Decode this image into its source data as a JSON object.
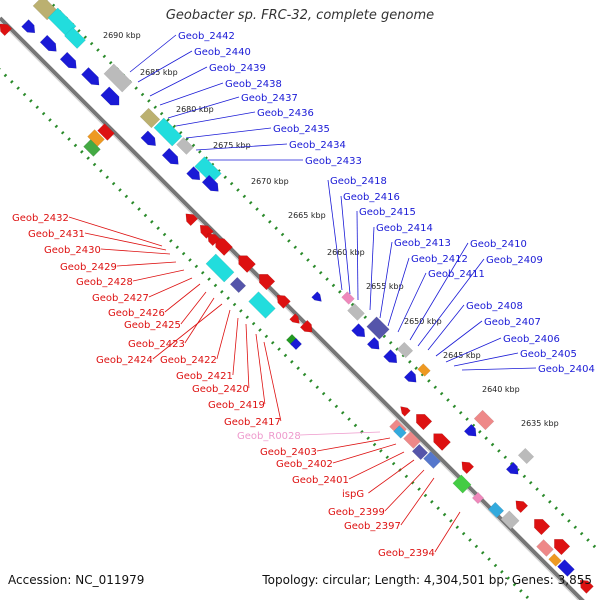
{
  "title": "Geobacter sp. FRC-32, complete genome",
  "footer": {
    "accession": "Accession: NC_011979",
    "summary": "Topology: circular; Length: 4,304,501 bp; Genes: 3,855"
  },
  "kbp_ticks": [
    "2690 kbp",
    "2685 kbp",
    "2680 kbp",
    "2675 kbp",
    "2670 kbp",
    "2665 kbp",
    "2660 kbp",
    "2655 kbp",
    "2650 kbp",
    "2645 kbp",
    "2640 kbp",
    "2635 kbp"
  ],
  "forward_labels": [
    "Geob_2442",
    "Geob_2440",
    "Geob_2439",
    "Geob_2438",
    "Geob_2437",
    "Geob_2436",
    "Geob_2435",
    "Geob_2434",
    "Geob_2433",
    "Geob_2418",
    "Geob_2416",
    "Geob_2415",
    "Geob_2414",
    "Geob_2413",
    "Geob_2412",
    "Geob_2411",
    "Geob_2410",
    "Geob_2409",
    "Geob_2408",
    "Geob_2407",
    "Geob_2406",
    "Geob_2405",
    "Geob_2404"
  ],
  "reverse_labels": [
    "Geob_2432",
    "Geob_2431",
    "Geob_2430",
    "Geob_2429",
    "Geob_2428",
    "Geob_2427",
    "Geob_2426",
    "Geob_2425",
    "Geob_2423",
    "Geob_2424",
    "Geob_2422",
    "Geob_2421",
    "Geob_2420",
    "Geob_2419",
    "Geob_2417",
    "Geob_R0028",
    "Geob_2403",
    "Geob_2402",
    "Geob_2401",
    "ispG",
    "Geob_2399",
    "Geob_2397",
    "Geob_2394"
  ],
  "colors": {
    "forward": "#1a1ad6",
    "reverse": "#dd1111",
    "rna": "#ee88bb",
    "backbone": "#777777",
    "ticks": "#2a8a2a",
    "cyan": "#22dddd",
    "gray": "#bbbbbb",
    "olive": "#bbb070",
    "purple": "#5555aa",
    "pink": "#ee8888"
  }
}
